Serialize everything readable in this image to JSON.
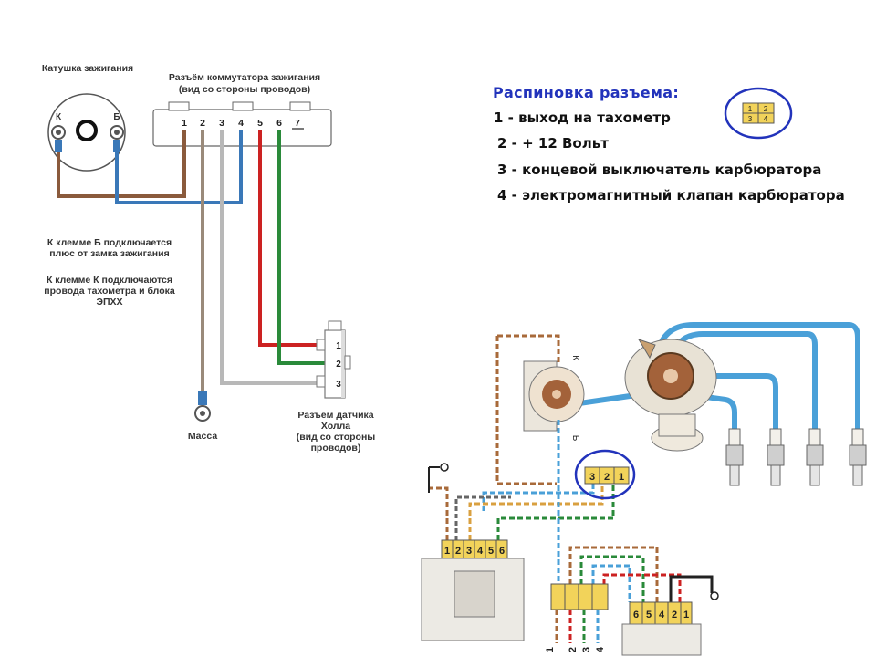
{
  "left_diagram": {
    "coil_title": "Катушка зажигания",
    "coil_terminal_k": "К",
    "coil_terminal_b": "Б",
    "switch_connector_title_1": "Разъём коммутатора зажигания",
    "switch_connector_title_2": "(вид со стороны проводов)",
    "switch_pins": [
      "1",
      "2",
      "3",
      "4",
      "5",
      "6",
      "7"
    ],
    "note_b_1": "К клемме Б подключается",
    "note_b_2": "плюс от замка зажигания",
    "note_k_1": "К клемме К подключаются",
    "note_k_2": "провода тахометра и блока",
    "note_k_3": "ЭПХХ",
    "ground_label": "Масса",
    "hall_pins": [
      "1",
      "2",
      "3"
    ],
    "hall_title_1": "Разъём датчика",
    "hall_title_2": "Холла",
    "hall_title_3": "(вид со стороны",
    "hall_title_4": "проводов)"
  },
  "pinout": {
    "title": "Распиновка разъема:",
    "items": [
      "1 - выход на тахометр",
      "2 - + 12 Вольт",
      "3 - концевой выключатель карбюратора",
      "4 - электромагнитный клапан карбюратора"
    ],
    "mini_connector": [
      "1",
      "2",
      "3",
      "4"
    ]
  },
  "right_diagram": {
    "coil_k": "К",
    "coil_b": "Б",
    "connector_321": [
      "3",
      "2",
      "1"
    ],
    "switch_pins": [
      "1",
      "2",
      "3",
      "4",
      "5",
      "6"
    ],
    "module_pins": [
      "6",
      "5",
      "4",
      "2",
      "1"
    ],
    "bottom_wires": [
      "1",
      "2",
      "3",
      "4"
    ]
  },
  "colors": {
    "brown": "#8a5a3c",
    "blue": "#3a78b8",
    "gray": "#a9a9a9",
    "red": "#cc2222",
    "green": "#2a8a3a",
    "cable": "#4aa0d8",
    "accent_blue": "#2233bb"
  }
}
